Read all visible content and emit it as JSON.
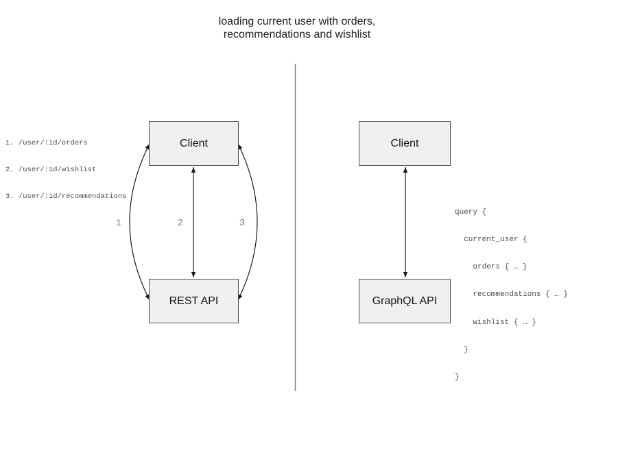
{
  "title": {
    "line1": "loading current user with orders,",
    "line2": "recommendations and wishlist"
  },
  "colors": {
    "background": "#ffffff",
    "box_fill": "#f0f0f0",
    "box_border": "#4d4d4d",
    "arrow": "#1a1a1a",
    "divider": "#7d7d7d",
    "code_text": "#4a4a4a",
    "arrow_number_text": "#828282"
  },
  "rest_panel": {
    "endpoints": [
      "1. /user/:id/orders",
      "2. /user/:id/wishlist",
      "3. /user/:id/recommendations"
    ],
    "client_label": "Client",
    "api_label": "REST API",
    "arrow_labels": [
      "1",
      "2",
      "3"
    ]
  },
  "graphql_panel": {
    "client_label": "Client",
    "api_label": "GraphQL API",
    "query_lines": [
      "query {",
      "  current_user {",
      "    orders { … }",
      "    recommendations { … }",
      "    wishlist { … }",
      "  }",
      "}"
    ]
  }
}
